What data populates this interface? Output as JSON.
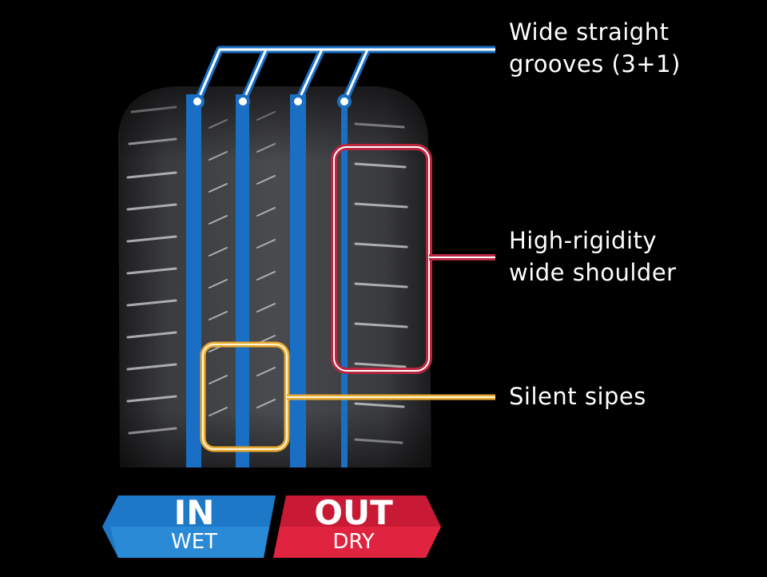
{
  "labels": {
    "grooves_line1": "Wide straight",
    "grooves_line2": "grooves (3+1)",
    "shoulder_line1": "High-rigidity",
    "shoulder_line2": "wide shoulder",
    "sipes": "Silent sipes"
  },
  "badges": {
    "in": {
      "title": "IN",
      "subtitle": "WET",
      "color": "#1e78c8"
    },
    "out": {
      "title": "OUT",
      "subtitle": "DRY",
      "color": "#d41e3a"
    }
  },
  "colors": {
    "groove": "#1a6fc4",
    "shoulder": "#b8263f",
    "sipes": "#e8a930"
  }
}
